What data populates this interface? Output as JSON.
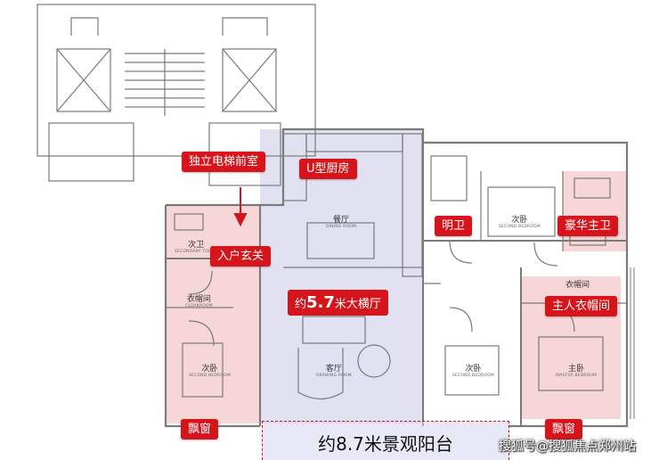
{
  "highlights": {
    "elevator_lobby": "独立电梯前室",
    "kitchen": "U型厨房",
    "entrance": "入户玄关",
    "bright_bath": "明卫",
    "luxury_master_bath": "豪华主卫",
    "master_closet": "主人衣帽间",
    "bay_window_left": "飘窗",
    "bay_window_right": "飘窗",
    "hall_prefix": "约",
    "hall_number": "5.7",
    "hall_suffix": "米大横厅",
    "balcony": "约8.7米景观阳台"
  },
  "rooms": {
    "secondary_bath": {
      "cn": "次卫",
      "en": "SECONDARY TOILET"
    },
    "cloakroom_left": {
      "cn": "衣帽间",
      "en": "CLOAKROOM"
    },
    "bedroom_left": {
      "cn": "次卧",
      "en": "SECOND BEDROOM"
    },
    "dining": {
      "cn": "餐厅",
      "en": "DINING ROOM"
    },
    "living": {
      "cn": "客厅",
      "en": "DRAWING ROOM"
    },
    "bedroom_top_right": {
      "cn": "次卧",
      "en": "SECOND BEDROOM"
    },
    "bedroom_mid": {
      "cn": "次卧",
      "en": "SECOND BEDROOM"
    },
    "cloakroom_right": {
      "cn": "衣帽间",
      "en": ""
    },
    "master_bedroom": {
      "cn": "主卧",
      "en": "MASTER BEDROOM"
    }
  },
  "watermark": "搜狐号@搜狐焦点郑州站",
  "colors": {
    "highlight_red": "#d5151b",
    "public_zone": "#dcdcf0",
    "private_zone": "#f6d6d6",
    "wall": "#7a7a7a"
  }
}
